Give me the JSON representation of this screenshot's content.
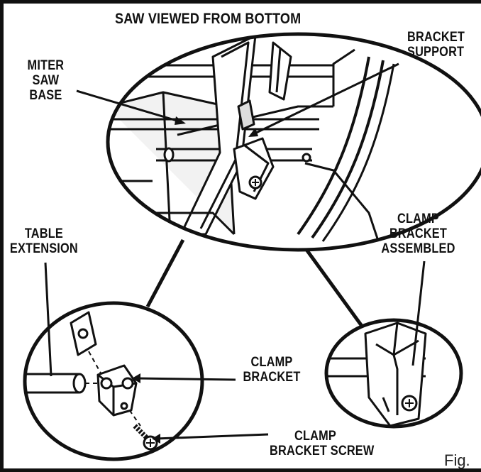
{
  "labels": {
    "title": "SAW VIEWED FROM BOTTOM",
    "bracket_support": [
      "BRACKET",
      "SUPPORT"
    ],
    "miter_saw_base": [
      "MITER",
      "SAW",
      "BASE"
    ],
    "table_extension": [
      "TABLE",
      "EXTENSION"
    ],
    "clamp_bracket_assembled": [
      "CLAMP",
      "BRACKET",
      "ASSEMBLED"
    ],
    "clamp_bracket": [
      "CLAMP",
      "BRACKET"
    ],
    "clamp_bracket_screw": [
      "CLAMP",
      "BRACKET SCREW"
    ],
    "fig": "Fig."
  },
  "colors": {
    "ink": "#111111",
    "background": "#ffffff",
    "shade": "#b8b8b8"
  }
}
